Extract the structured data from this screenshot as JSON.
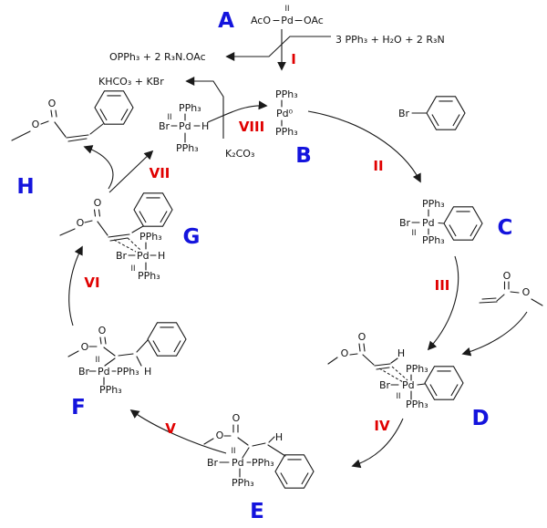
{
  "colors": {
    "label_blue": "#1414dd",
    "step_red": "#e00000",
    "ink": "#1a1a1a"
  },
  "labels": {
    "a": "A",
    "b": "B",
    "c": "C",
    "d": "D",
    "e": "E",
    "f": "F",
    "g": "G",
    "h": "H"
  },
  "steps": {
    "i": "I",
    "ii": "II",
    "iii": "III",
    "iv": "IV",
    "v": "V",
    "vi": "VI",
    "vii": "VII",
    "viii": "VIII"
  },
  "atoms": {
    "pph3": "PPh₃",
    "pd": "Pd",
    "pd0": "Pd⁰",
    "br": "Br",
    "h": "H",
    "o": "O",
    "ox": "II"
  },
  "species_a": {
    "left": "AcO",
    "right": "OAc"
  },
  "reagents": {
    "in_top": "3 PPh₃  +  H₂O  +  2 R₃N",
    "out_top": "OPPh₃  +  2 R₃N.OAc",
    "out_mid": "KHCO₃ + KBr",
    "in_mid": "K₂CO₃"
  }
}
